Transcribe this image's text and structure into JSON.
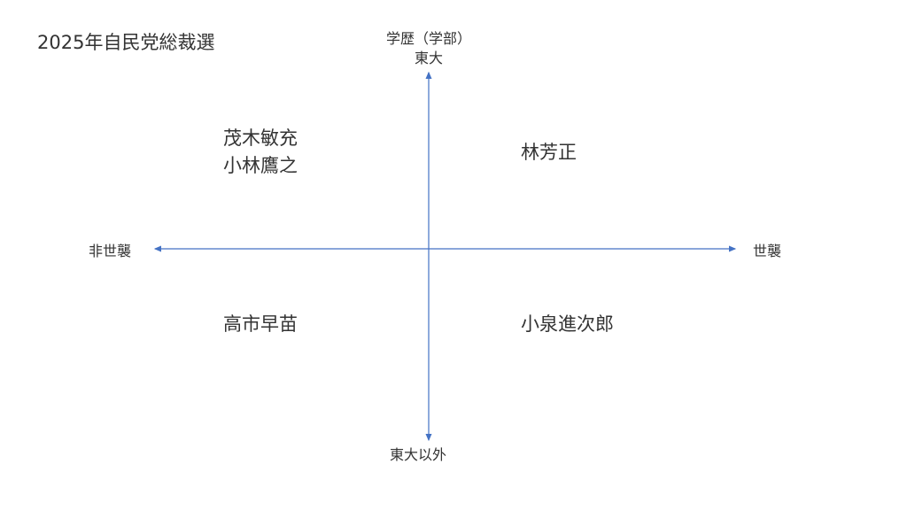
{
  "title": "2025年自民党総裁選",
  "axes": {
    "y_top_label_line1": "学歴（学部）",
    "y_top_label_line2": "東大",
    "y_bottom_label": "東大以外",
    "x_left_label": "非世襲",
    "x_right_label": "世襲",
    "color": "#4472c4"
  },
  "quadrants": {
    "top_left": [
      "茂木敏充",
      "小林鷹之"
    ],
    "top_right": [
      "林芳正"
    ],
    "bottom_left": [
      "高市早苗"
    ],
    "bottom_right": [
      "小泉進次郎"
    ]
  }
}
